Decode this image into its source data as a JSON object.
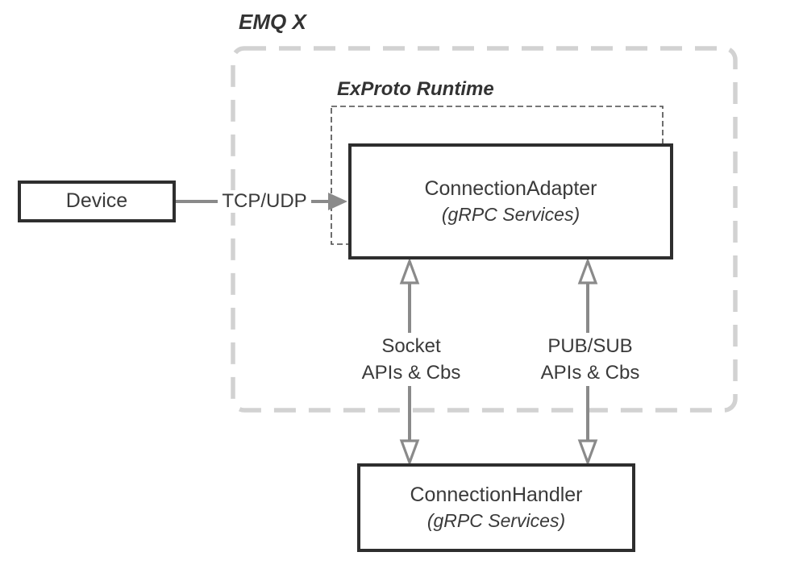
{
  "title": "EMQ X",
  "runtime_label": "ExProto Runtime",
  "nodes": {
    "device": {
      "label": "Device"
    },
    "connection_adapter": {
      "title": "ConnectionAdapter",
      "subtitle": "(gRPC Services)"
    },
    "connection_handler": {
      "title": "ConnectionHandler",
      "subtitle": "(gRPC Services)"
    }
  },
  "edges": {
    "tcp_udp": {
      "label": "TCP/UDP"
    },
    "socket": {
      "line1": "Socket",
      "line2": "APIs & Cbs"
    },
    "pubsub": {
      "line1": "PUB/SUB",
      "line2": "APIs & Cbs"
    }
  },
  "colors": {
    "background": "#ffffff",
    "box_border": "#2e2e2e",
    "text": "#3a3a3a",
    "arrow_gray": "#8a8a8a",
    "outer_dash": "#d2d2d2",
    "inner_dash": "#4a4a4a"
  }
}
